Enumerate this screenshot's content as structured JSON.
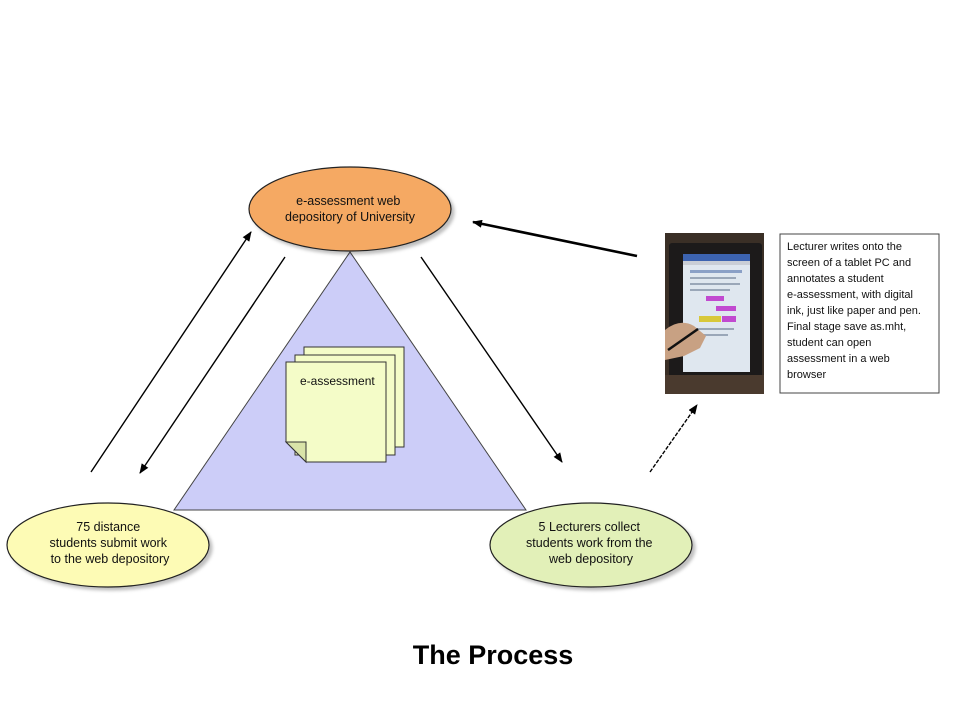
{
  "diagram": {
    "nodes": {
      "top": {
        "lines": [
          "e-assessment web",
          "depository of University"
        ],
        "fill": "#f5a964"
      },
      "left": {
        "lines": [
          "75 distance",
          "students submit work",
          "to the web depository"
        ],
        "fill": "#fdfbb5"
      },
      "right": {
        "lines": [
          "5 Lecturers collect",
          "students work from   the",
          "web depository"
        ],
        "fill": "#e2f0b8"
      }
    },
    "triangle_fill": "#cccdf8",
    "document_label": "e-assessment",
    "document_fill": "#f4fcc8",
    "tablet_note": {
      "lines": [
        "Lecturer writes onto the",
        "screen of a tablet PC and",
        "annotates a student",
        "e-assessment, with digital",
        "ink, just like paper and pen.",
        "Final stage save as.mht,",
        "student can open",
        "assessment in a web",
        "browser"
      ]
    },
    "photo_description_icon": "tablet-pc-photo"
  },
  "page": {
    "title": "The Process"
  }
}
